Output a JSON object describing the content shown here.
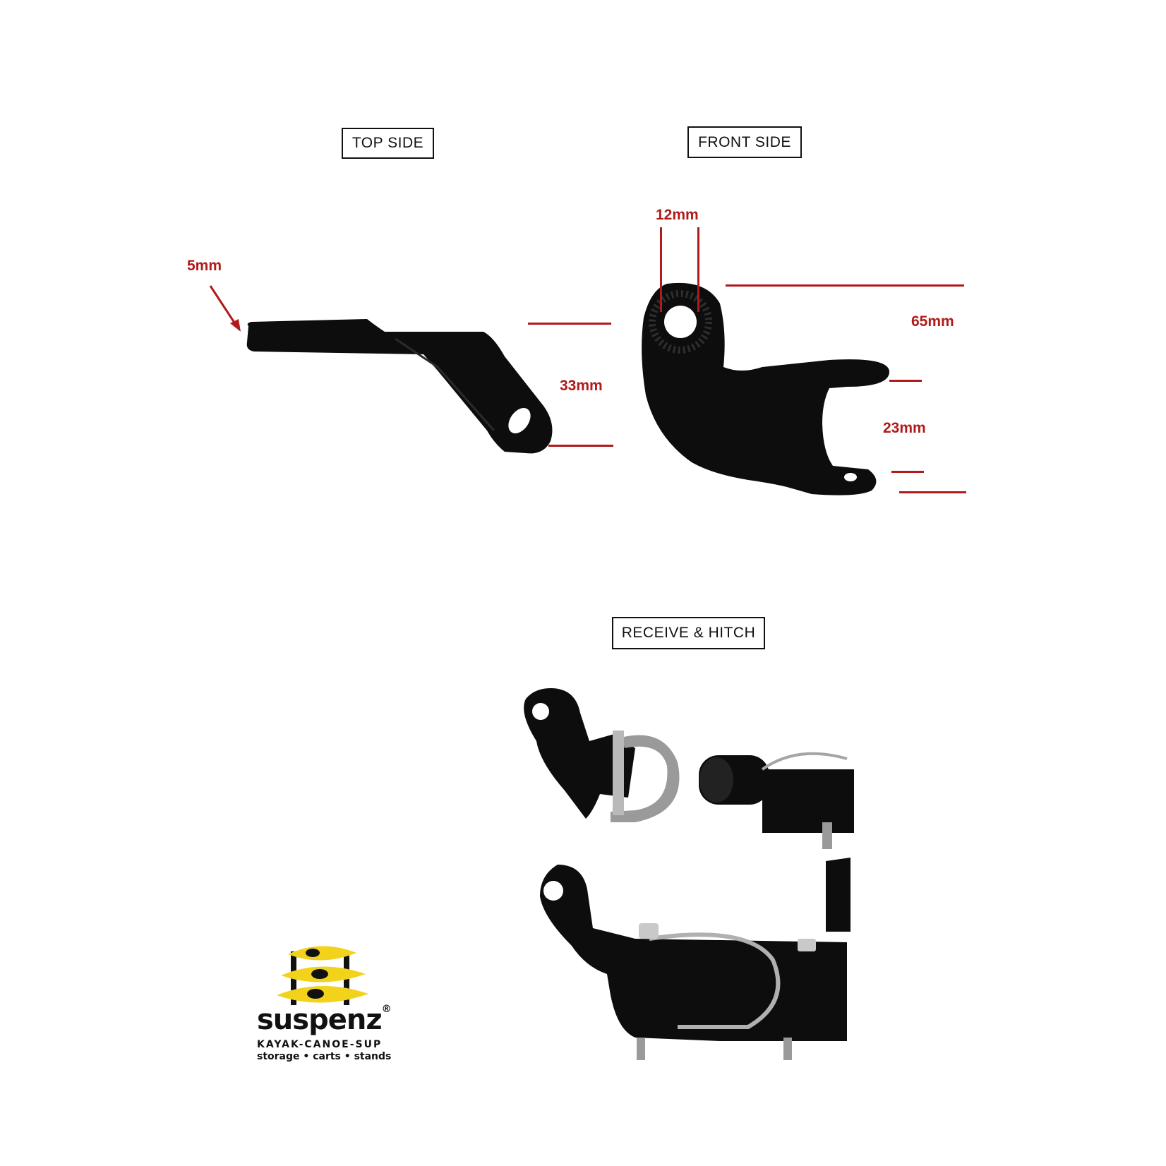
{
  "labels": {
    "top_side": "TOP SIDE",
    "front_side": "FRONT SIDE",
    "receive_hitch": "RECEIVE & HITCH"
  },
  "dimensions": {
    "thickness": "5mm",
    "height_top": "33mm",
    "hole": "12mm",
    "length": "65mm",
    "gap": "23mm"
  },
  "logo": {
    "brand": "suspenz",
    "registered": "®",
    "line1": "KAYAK-CANOE-SUP",
    "line2": "storage • carts • stands"
  },
  "colors": {
    "dimension_red": "#b11a1a",
    "part_black": "#0d0d0d",
    "logo_yellow": "#f2d21b"
  }
}
